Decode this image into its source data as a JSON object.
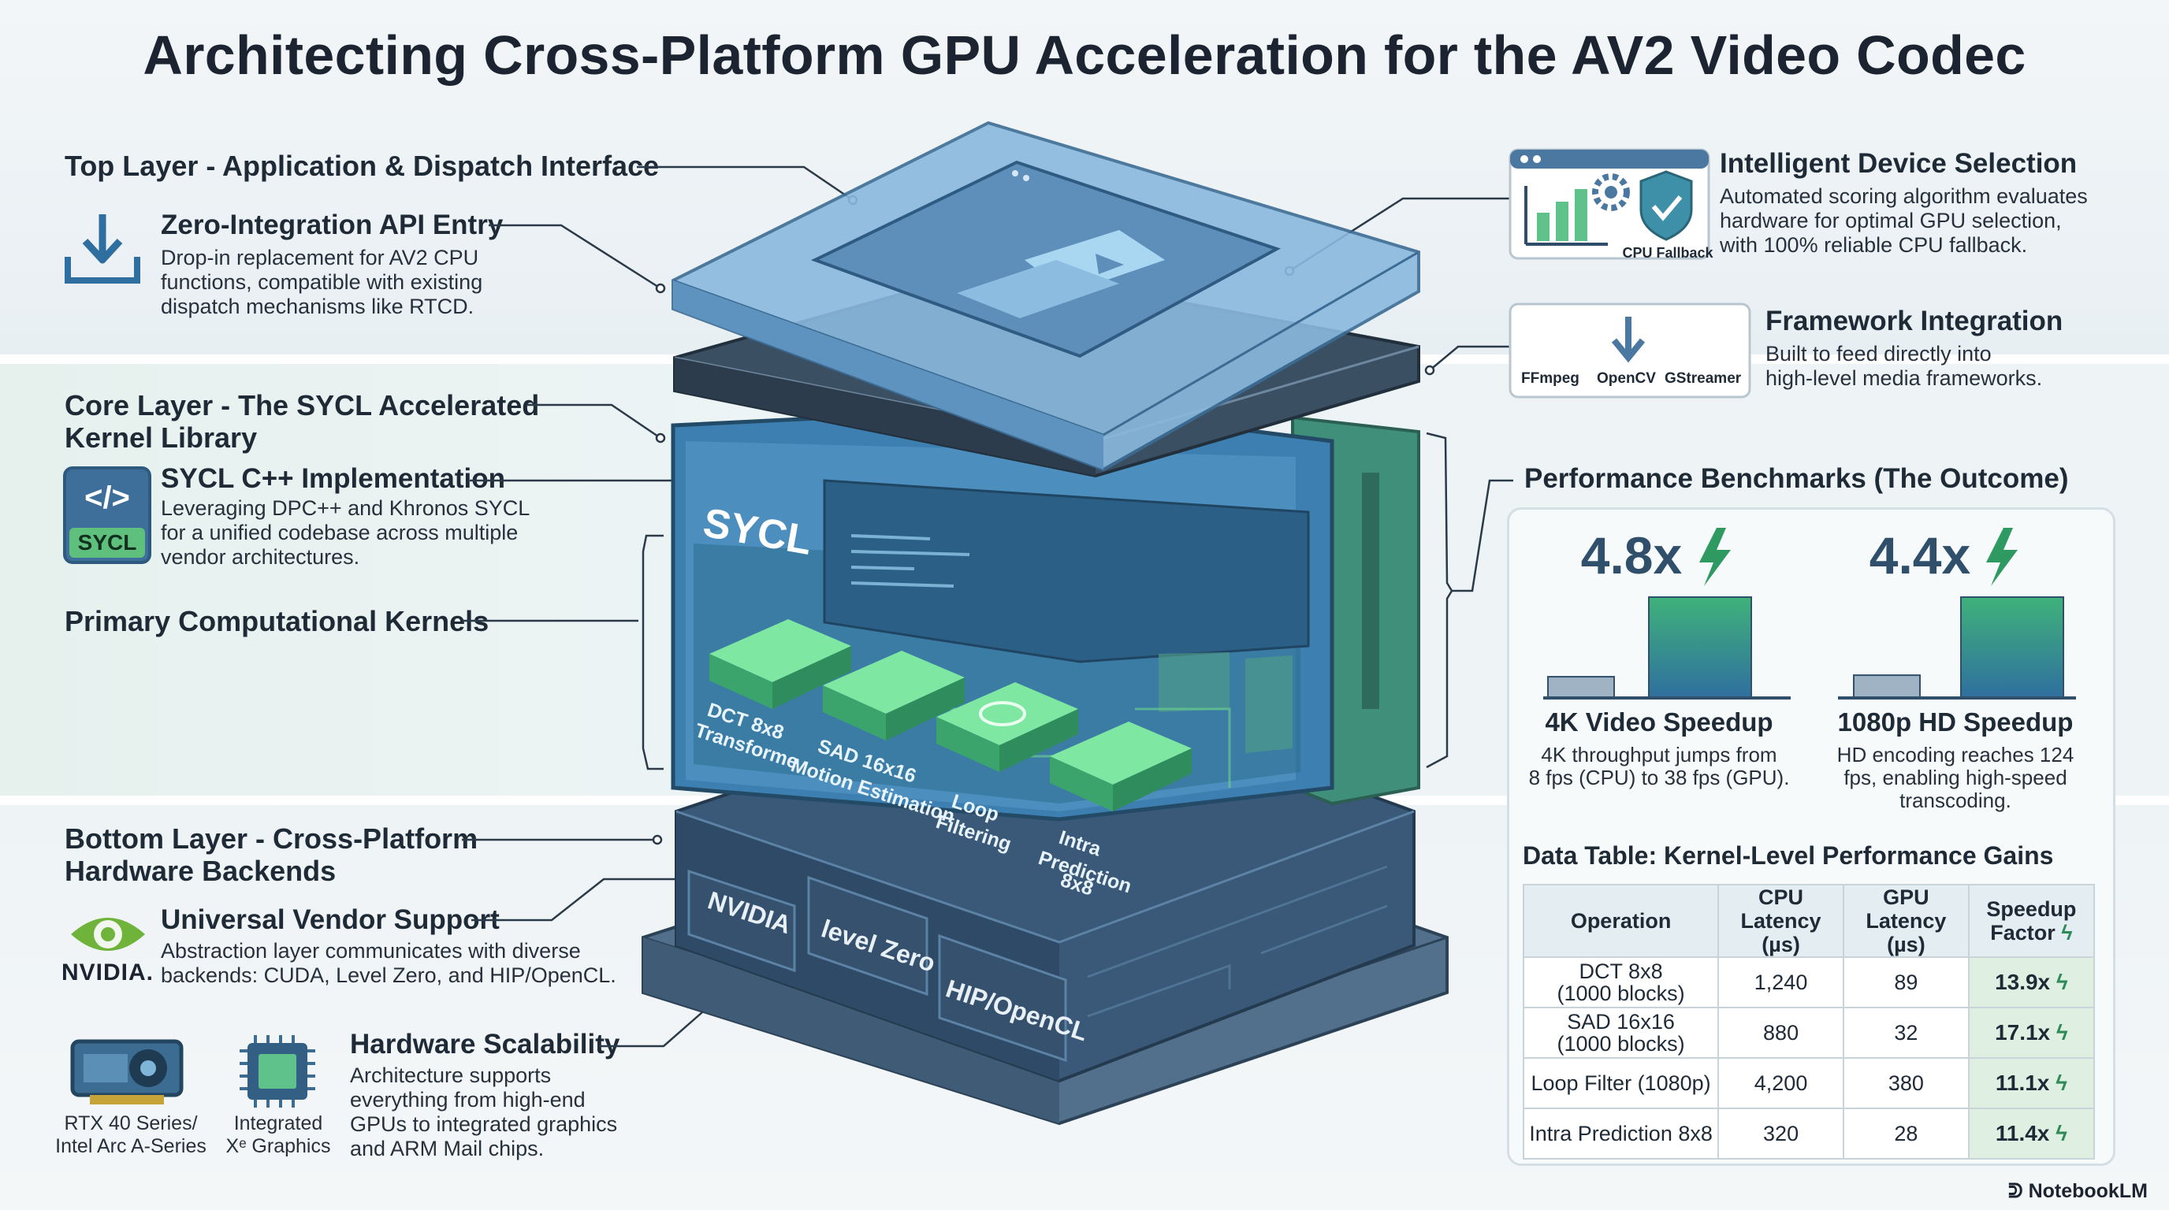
{
  "title": "Architecting Cross-Platform GPU Acceleration for the AV2 Video Codec",
  "colors": {
    "accent_blue": "#2f6f9f",
    "accent_green": "#2e9a62",
    "bar_gray": "#9fb3c4"
  },
  "top_layer": {
    "heading": "Top Layer - Application & Dispatch Interface",
    "api": {
      "icon": "download-tray-icon",
      "heading": "Zero-Integration API Entry",
      "lines": [
        "Drop-in replacement for AV2 CPU",
        "functions, compatible with existing",
        "dispatch mechanisms like RTCD."
      ]
    }
  },
  "core_layer": {
    "heading_lines": [
      "Core Layer - The SYCL Accelerated",
      "Kernel Library"
    ],
    "sycl": {
      "icon_label": "SYCL",
      "heading": "SYCL C++ Implementation",
      "lines": [
        "Leveraging DPC++ and Khronos SYCL",
        "for a unified codebase across multiple",
        "vendor architectures."
      ]
    },
    "kernels_heading": "Primary Computational Kernels"
  },
  "bottom_layer": {
    "heading_lines": [
      "Bottom Layer - Cross-Platform",
      "Hardware Backends"
    ],
    "vendor": {
      "logo_text": "NVIDIA.",
      "heading": "Universal Vendor Support",
      "lines": [
        "Abstraction layer communicates with diverse",
        "backends: CUDA, Level Zero, and HIP/OpenCL."
      ]
    },
    "hardware": {
      "gpu_caption": [
        "RTX 40 Series/",
        "Intel Arc A-Series"
      ],
      "igpu_caption": [
        "Integrated",
        "Xᵉ Graphics"
      ],
      "heading": "Hardware Scalability",
      "lines": [
        "Architecture supports",
        "everything from high-end",
        "GPUs to integrated graphics",
        "and ARM Mail chips."
      ]
    }
  },
  "stack": {
    "sycl_logo": "SYCL",
    "kernels": [
      "DCT 8x8",
      "Transforme",
      "SAD 16x16",
      "Motion Estimation",
      "Loop",
      "Filtering",
      "Intra",
      "Prediction",
      "8x8"
    ],
    "backends": [
      "NVIDIA",
      "level Zero",
      "HIP/OpenCL"
    ]
  },
  "device_selection": {
    "heading": "Intelligent Device Selection",
    "lines": [
      "Automated scoring algorithm evaluates",
      "hardware for optimal GPU selection,",
      "with 100% reliable CPU fallback."
    ],
    "icon_caption": "CPU Fallback"
  },
  "framework": {
    "heading": "Framework Integration",
    "lines": [
      "Built to feed directly into",
      "high-level media frameworks."
    ],
    "labels": [
      "FFmpeg",
      "OpenCV",
      "GStreamer"
    ]
  },
  "benchmarks": {
    "heading": "Performance Benchmarks (The Outcome)",
    "cards": [
      {
        "value": "4.8x",
        "heading": "4K Video Speedup",
        "lines": [
          "4K throughput jumps from",
          "8 fps (CPU) to 38 fps (GPU)."
        ]
      },
      {
        "value": "4.4x",
        "heading": "1080p HD Speedup",
        "lines": [
          "HD encoding reaches 124",
          "fps, enabling high-speed",
          "transcoding."
        ]
      }
    ]
  },
  "chart_data": [
    {
      "type": "bar",
      "title": "4.8x",
      "categories": [
        "CPU",
        "GPU"
      ],
      "values": [
        8,
        38
      ],
      "unit": "fps"
    },
    {
      "type": "bar",
      "title": "4.4x",
      "categories": [
        "CPU",
        "GPU"
      ],
      "values": [
        28,
        124
      ],
      "unit": "fps"
    }
  ],
  "table": {
    "title": "Data Table: Kernel-Level Performance Gains",
    "headers": [
      [
        "Operation"
      ],
      [
        "CPU",
        "Latency (µs)"
      ],
      [
        "GPU",
        "Latency (µs)"
      ],
      [
        "Speedup",
        "Factor"
      ]
    ],
    "rows": [
      {
        "op": [
          "DCT 8x8",
          "(1000 blocks)"
        ],
        "cpu": "1,240",
        "gpu": "89",
        "speedup": "13.9x"
      },
      {
        "op": [
          "SAD 16x16",
          "(1000 blocks)"
        ],
        "cpu": "880",
        "gpu": "32",
        "speedup": "17.1x"
      },
      {
        "op": [
          "Loop Filter (1080p)"
        ],
        "cpu": "4,200",
        "gpu": "380",
        "speedup": "11.1x"
      },
      {
        "op": [
          "Intra Prediction 8x8"
        ],
        "cpu": "320",
        "gpu": "28",
        "speedup": "11.4x"
      }
    ]
  },
  "brand": "NotebookLM"
}
